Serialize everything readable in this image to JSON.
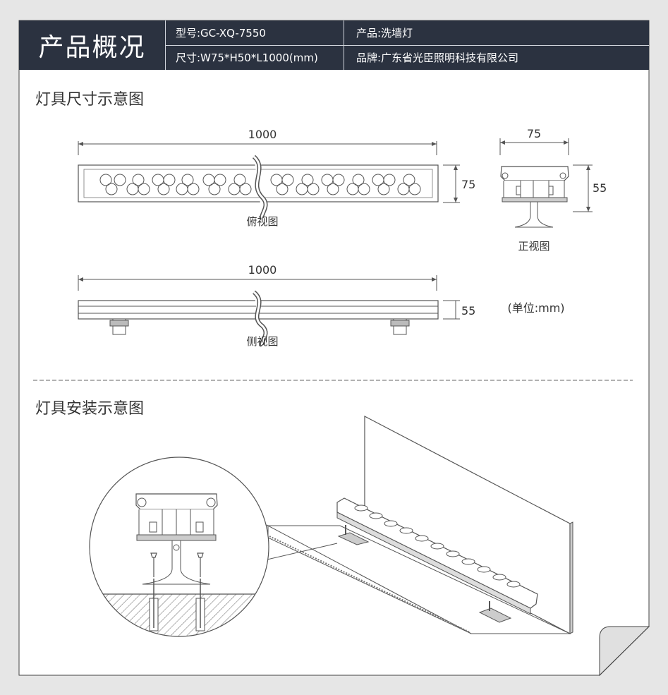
{
  "header": {
    "title": "产品概况",
    "model": "型号:GC-XQ-7550",
    "product": "产品:洗墙灯",
    "size": "尺寸:W75*H50*L1000(mm)",
    "brand": "品牌:广东省光臣照明科技有限公司"
  },
  "dimension_section": {
    "heading": "灯具尺寸示意图",
    "top_view": {
      "length": "1000",
      "height": "75",
      "caption": "俯视图"
    },
    "front_view": {
      "width": "75",
      "height": "55",
      "caption": "正视图"
    },
    "side_view": {
      "length": "1000",
      "height": "55",
      "caption": "侧视图"
    },
    "unit_note": "(单位:mm)"
  },
  "install_section": {
    "heading": "灯具安装示意图"
  },
  "colors": {
    "header_bg": "#2b3240",
    "line": "#555555",
    "paper": "#ffffff",
    "frame": "#e6e6e6"
  }
}
